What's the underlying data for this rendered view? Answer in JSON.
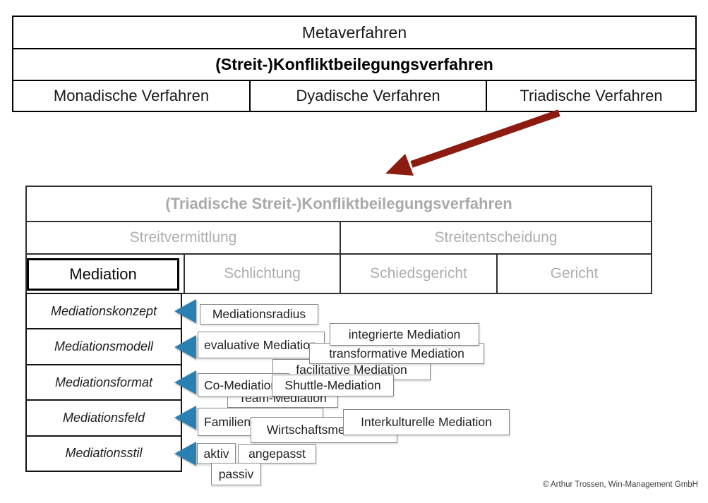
{
  "top_table": {
    "title": "Metaverfahren",
    "subtitle": "(Streit-)Konfliktbeilegungsverfahren",
    "categories": [
      "Monadische Verfahren",
      "Dyadische Verfahren",
      "Triadische Verfahren"
    ]
  },
  "detail_table": {
    "title": "(Triadische Streit-)Konfliktbeilegungsverfahren",
    "groups": [
      "Streitvermittlung",
      "Streitentscheidung"
    ],
    "procedures": [
      "Mediation",
      "Schlichtung",
      "Schiedsgericht",
      "Gericht"
    ],
    "selected_procedure": "Mediation",
    "aspects": [
      {
        "label": "Mediationskonzept",
        "tags": [
          "Mediationsradius"
        ]
      },
      {
        "label": "Mediationsmodell",
        "tags": [
          "evaluative Mediation",
          "integrierte Mediation",
          "transformative Mediation",
          "facilitative Mediation"
        ]
      },
      {
        "label": "Mediationsformat",
        "tags": [
          "Co-Mediation",
          "Shuttle-Mediation",
          "Team-Mediation"
        ]
      },
      {
        "label": "Mediationsfeld",
        "tags": [
          "Familienmediation",
          "Wirtschaftsmediation",
          "Interkulturelle Mediation"
        ]
      },
      {
        "label": "Mediationsstil",
        "tags": [
          "aktiv",
          "angepasst",
          "passiv"
        ]
      }
    ]
  },
  "footer": {
    "copyright": "© Arthur Trossen, Win-Management GmbH"
  },
  "colors": {
    "arrow_red": "#8d1c10",
    "triangle_blue": "#2b80b2",
    "muted_header_text": "#a9a9a9",
    "table_border": "#000000",
    "tag_border": "#878787"
  }
}
